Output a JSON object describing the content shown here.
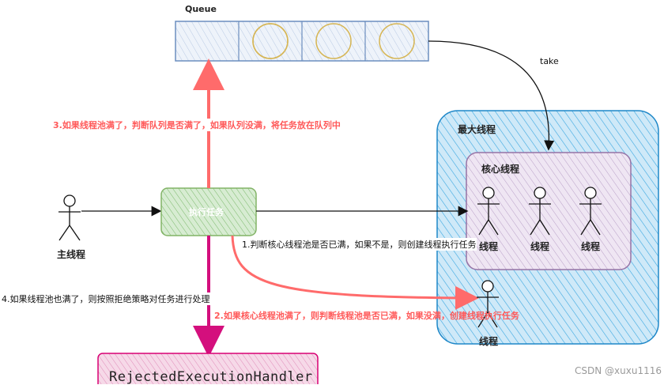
{
  "queue": {
    "title": "Queue"
  },
  "take_label": "take",
  "max_pool": {
    "title": "最大线程"
  },
  "core_pool": {
    "title": "核心线程",
    "threads": [
      "线程",
      "线程",
      "线程"
    ]
  },
  "main_thread": {
    "label": "主线程"
  },
  "task": {
    "label": "执行任务"
  },
  "extra_thread": {
    "label": "线程"
  },
  "steps": {
    "step1": "1.判断核心线程池是否已满，如果不是，则创建线程执行任务",
    "step2": "2.如果核心线程池满了，则判断线程池是否已满，如果没满，创建线程执行任务",
    "step3": "3.如果线程池满了，判断队列是否满了，如果队列没满，将任务放在队列中",
    "step4": "4.如果线程池也满了，则按照拒绝策略对任务进行处理"
  },
  "rejected": {
    "label": "RejectedExecutionHandler"
  },
  "watermark": "CSDN @xuxu1116",
  "colors": {
    "queue_fill": "#dfe8f5",
    "queue_stroke": "#6c8ebf",
    "queue_item": "#fff2cc",
    "queue_item_stroke": "#d6b656",
    "max_pool_fill": "#1ba1e2",
    "core_pool_fill": "#e1d5e7",
    "core_pool_stroke": "#9673a6",
    "task_fill": "#d5e8d4",
    "task_stroke": "#82b366",
    "red_arrow": "#ff6b6b",
    "magenta_arrow": "#d40f7d",
    "rejected_fill": "#e6a0c4",
    "rejected_stroke": "#d80073"
  }
}
